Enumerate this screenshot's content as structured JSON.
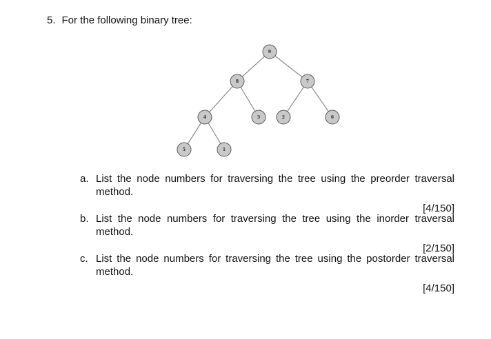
{
  "question": {
    "number": "5.",
    "prompt": "For the following binary tree:"
  },
  "tree": {
    "nodes": [
      {
        "id": "n9",
        "label": "9"
      },
      {
        "id": "n8",
        "label": "8"
      },
      {
        "id": "n7",
        "label": "7"
      },
      {
        "id": "n4",
        "label": "4"
      },
      {
        "id": "n3",
        "label": "3"
      },
      {
        "id": "n2",
        "label": "2"
      },
      {
        "id": "n6",
        "label": "6"
      },
      {
        "id": "n5",
        "label": "5"
      },
      {
        "id": "n1",
        "label": "1"
      }
    ],
    "edges": [
      [
        "n9",
        "n8"
      ],
      [
        "n9",
        "n7"
      ],
      [
        "n8",
        "n4"
      ],
      [
        "n8",
        "n3"
      ],
      [
        "n7",
        "n2"
      ],
      [
        "n7",
        "n6"
      ],
      [
        "n4",
        "n5"
      ],
      [
        "n4",
        "n1"
      ]
    ],
    "node_fill": "#c9c9c9",
    "node_stroke": "#555555",
    "edge_color": "#8a8a8a"
  },
  "parts": [
    {
      "letter": "a.",
      "line1": "List the node numbers for traversing the tree using the preorder traversal",
      "line2": "method.",
      "marks": "[4/150]"
    },
    {
      "letter": "b.",
      "line1": "List the node numbers for traversing the tree using the inorder traversal",
      "line2": "method.",
      "marks": "[2/150]"
    },
    {
      "letter": "c.",
      "line1": "List the node numbers for traversing the tree using the postorder traversal",
      "line2": "method.",
      "marks": "[4/150]"
    }
  ]
}
